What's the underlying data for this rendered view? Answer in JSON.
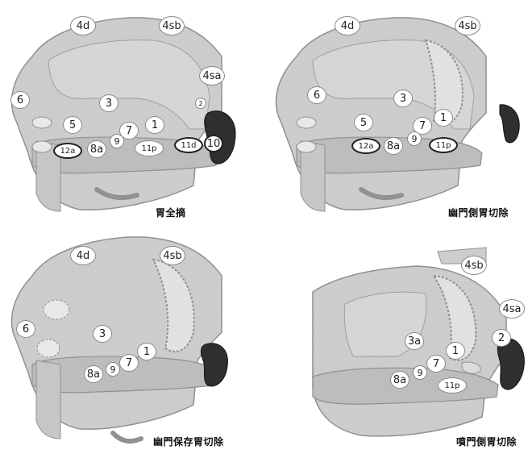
{
  "panels": [
    {
      "id": "total",
      "caption": "胃全摘",
      "nodes": [
        "4d",
        "4sb",
        "4sa",
        "6",
        "3",
        "2",
        "5",
        "1",
        "7",
        "9",
        "12a",
        "8a",
        "11p",
        "11d",
        "10"
      ]
    },
    {
      "id": "distal",
      "caption": "幽門側胃切除",
      "nodes": [
        "4d",
        "4sb",
        "6",
        "3",
        "1",
        "5",
        "7",
        "9",
        "12a",
        "8a",
        "11p"
      ]
    },
    {
      "id": "ppg",
      "caption": "幽門保存胃切除",
      "nodes": [
        "4d",
        "4sb",
        "6",
        "3",
        "1",
        "7",
        "9",
        "8a"
      ]
    },
    {
      "id": "proximal",
      "caption": "噴門側胃切除",
      "nodes": [
        "4sb",
        "4sa",
        "3a",
        "2",
        "1",
        "7",
        "9",
        "8a",
        "11p"
      ]
    }
  ],
  "colors": {
    "stomach": "#cfcfcf",
    "pancreas": "#bdbdbd",
    "spleen": "#2f2f2f",
    "outline": "#8a8a8a",
    "node_bg": "#ffffff"
  }
}
